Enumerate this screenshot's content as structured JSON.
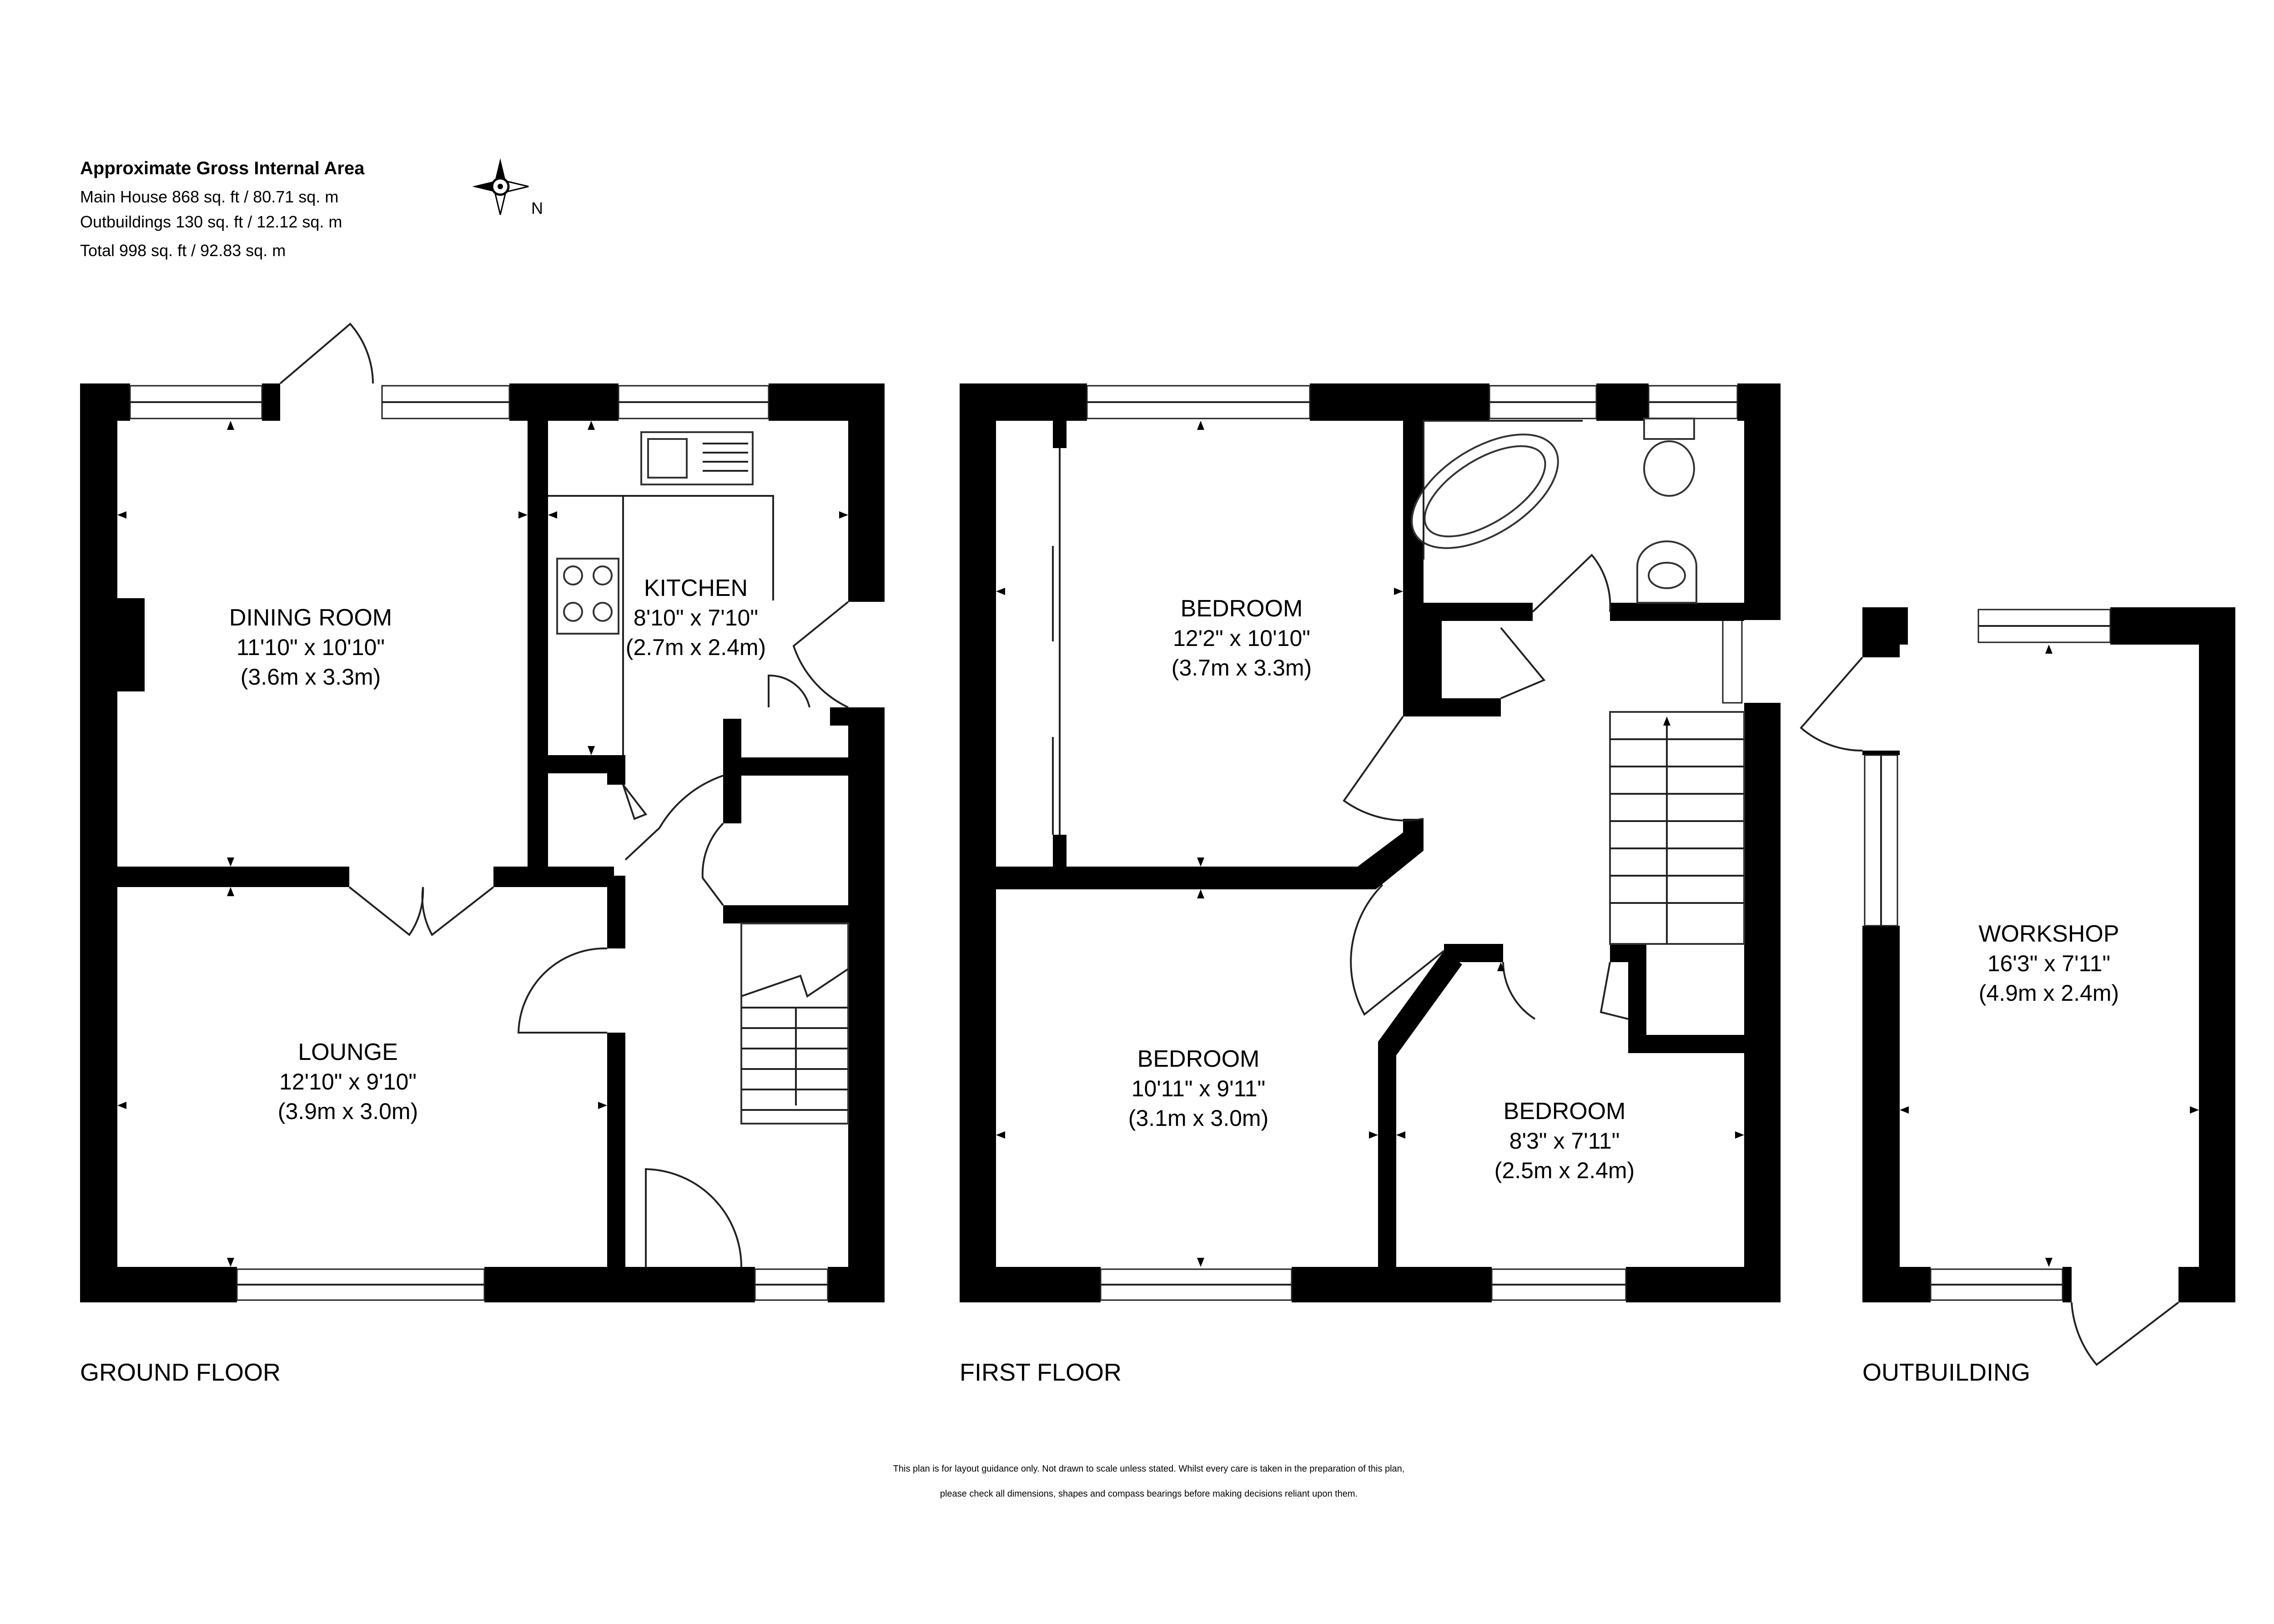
{
  "area": {
    "title": "Approximate Gross Internal Area",
    "main_house": "Main House 868 sq. ft / 80.71 sq. m",
    "outbuildings": "Outbuildings 130 sq. ft / 12.12 sq. m",
    "total": "Total 998 sq. ft / 92.83 sq. m"
  },
  "compass": {
    "label": "N",
    "icon": "compass-rose-icon"
  },
  "floors": [
    {
      "label": "GROUND FLOOR",
      "rooms": [
        {
          "name": "DINING ROOM",
          "imperial": "11'10\" x 10'10\"",
          "metric": "(3.6m x 3.3m)"
        },
        {
          "name": "KITCHEN",
          "imperial": "8'10\" x 7'10\"",
          "metric": "(2.7m x 2.4m)"
        },
        {
          "name": "LOUNGE",
          "imperial": "12'10\" x 9'10\"",
          "metric": "(3.9m x 3.0m)"
        }
      ]
    },
    {
      "label": "FIRST FLOOR",
      "rooms": [
        {
          "name": "BEDROOM",
          "imperial": "12'2\" x 10'10\"",
          "metric": "(3.7m x 3.3m)"
        },
        {
          "name": "BEDROOM",
          "imperial": "10'11\" x 9'11\"",
          "metric": "(3.1m x 3.0m)"
        },
        {
          "name": "BEDROOM",
          "imperial": "8'3\" x 7'11\"",
          "metric": "(2.5m x 2.4m)"
        }
      ]
    },
    {
      "label": "OUTBUILDING",
      "rooms": [
        {
          "name": "WORKSHOP",
          "imperial": "16'3\" x 7'11\"",
          "metric": "(4.9m x 2.4m)"
        }
      ]
    }
  ],
  "disclaimer": {
    "line1": "This plan is for layout guidance only.  Not drawn to scale unless stated. Whilst every care is taken in the preparation of this plan,",
    "line2": "please check all dimensions, shapes and compass bearings before making decisions reliant upon them."
  },
  "colors": {
    "wall": "#000000",
    "background": "#ffffff",
    "text": "#1a1a1a"
  }
}
